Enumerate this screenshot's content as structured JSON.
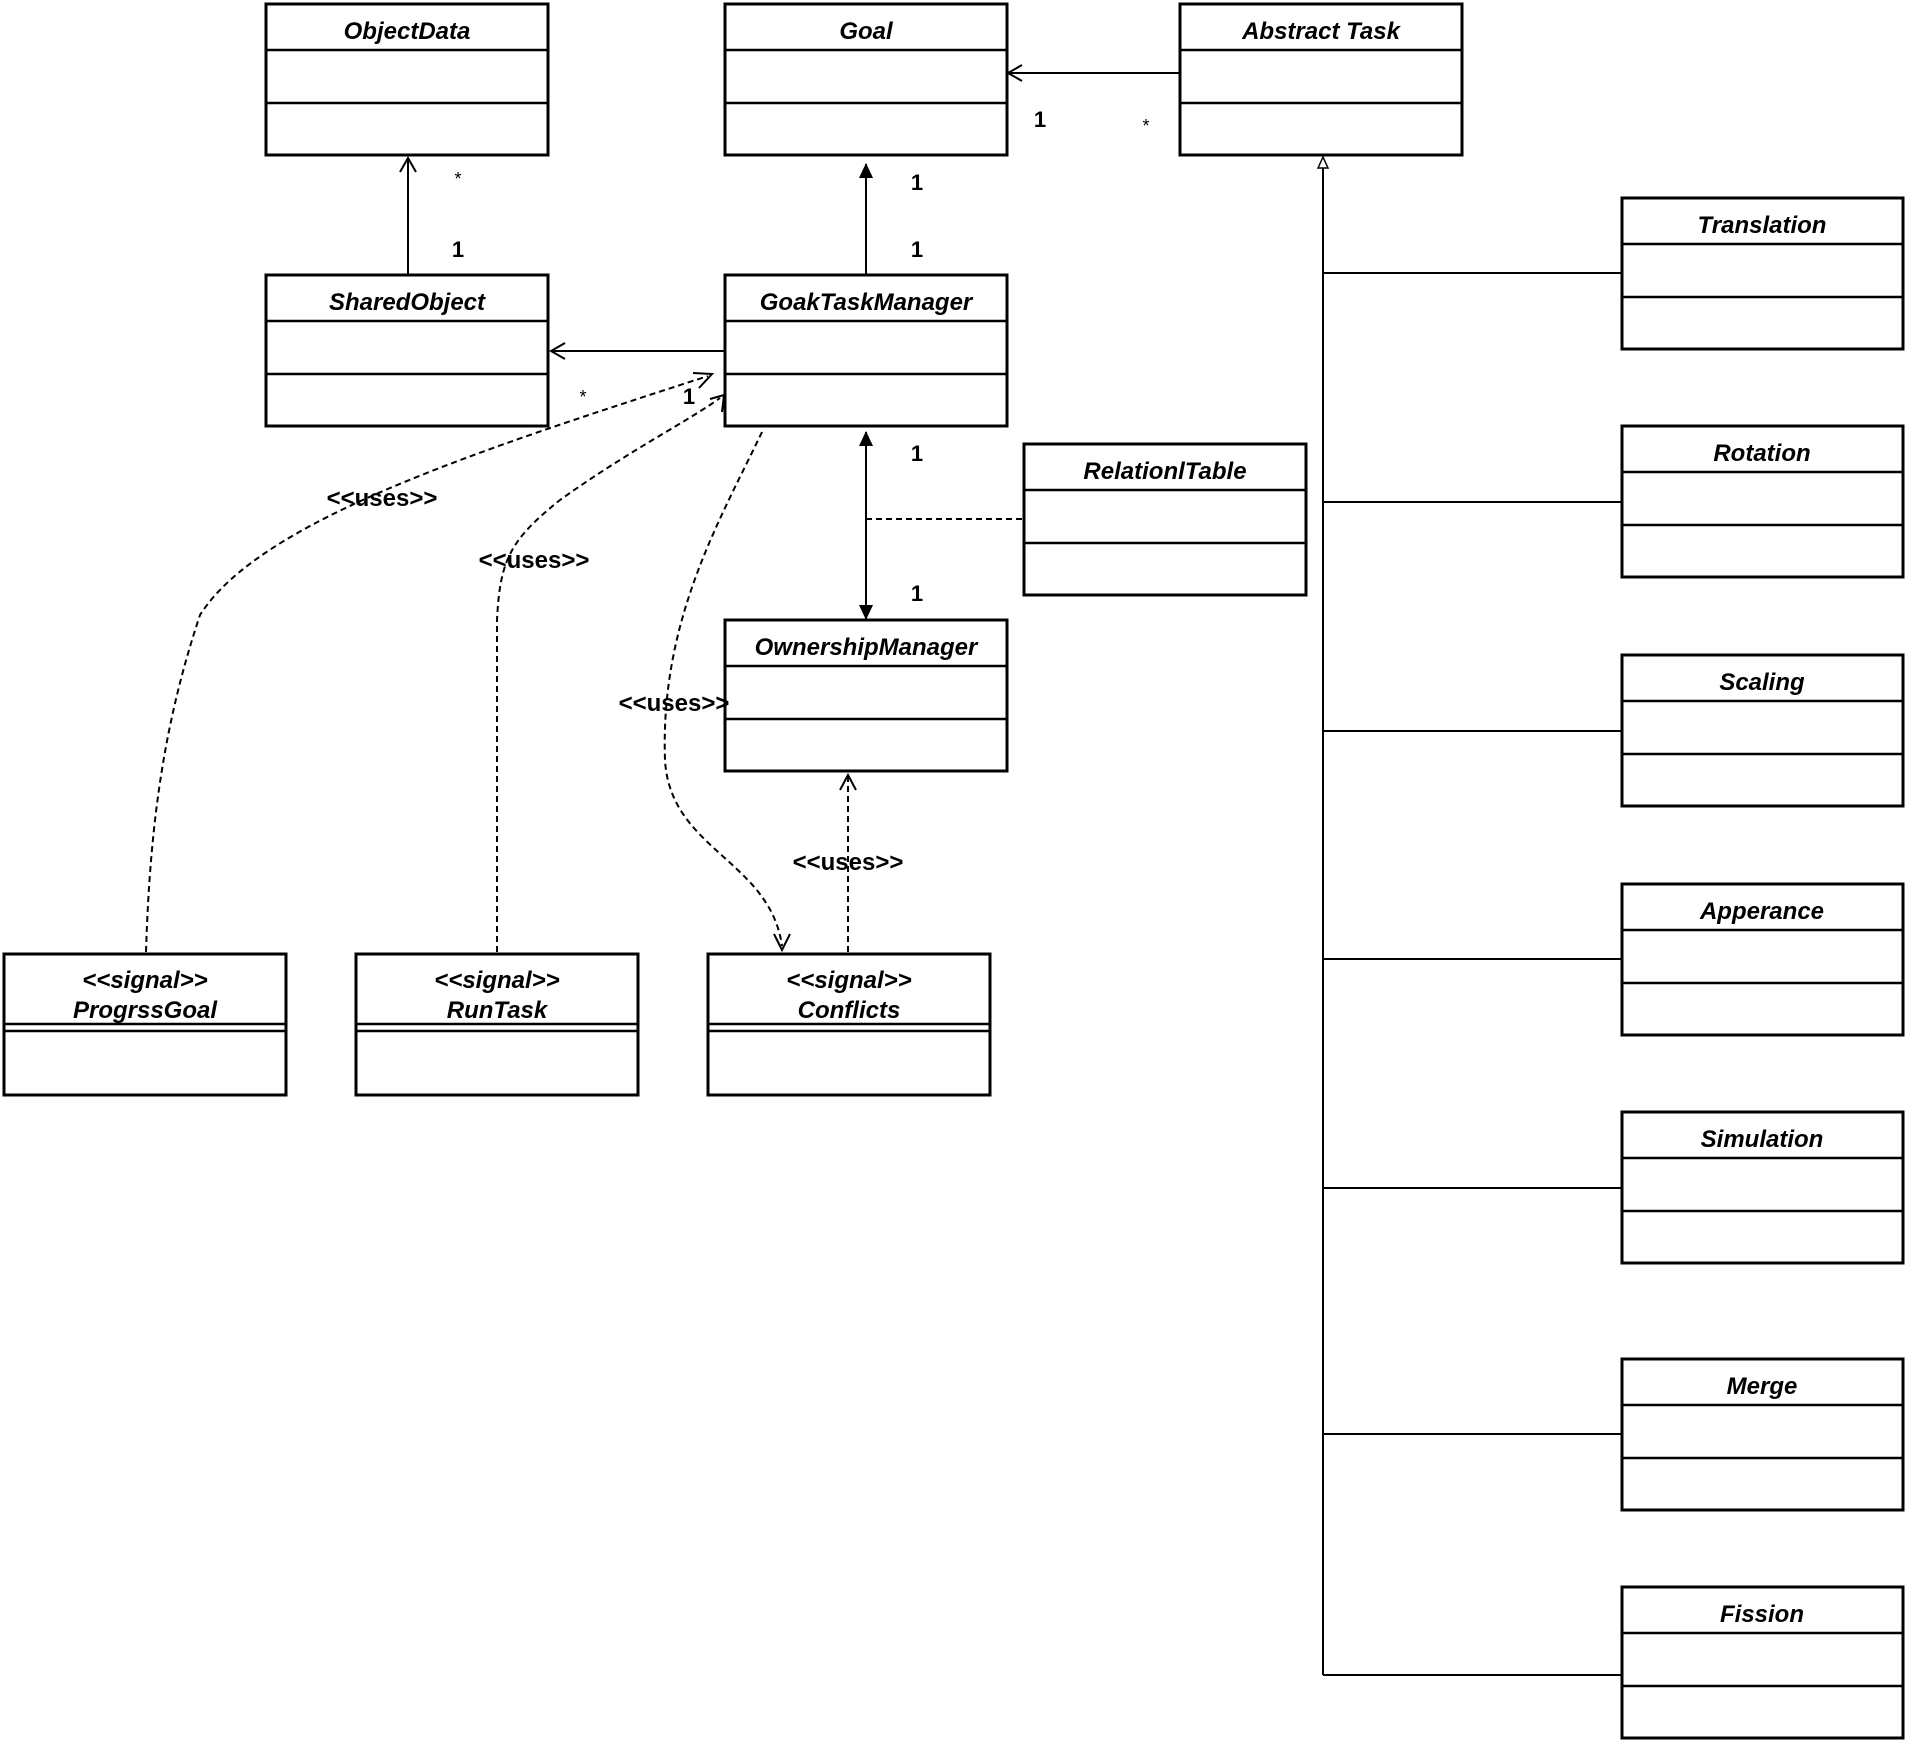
{
  "classes": {
    "object_data": "ObjectData",
    "goal": "Goal",
    "abstract_task": "Abstract Task",
    "shared_object": "SharedObject",
    "goal_task_manager": "GoakTaskManager",
    "relation_table": "RelationlTable",
    "ownership_manager": "OwnershipManager",
    "translation": "Translation",
    "rotation": "Rotation",
    "scaling": "Scaling",
    "appearance": "Apperance",
    "simulation": "Simulation",
    "merge": "Merge",
    "fission": "Fission"
  },
  "signals": {
    "stereotype": "<<signal>>",
    "progress_goal": "ProgrssGoal",
    "run_task": "RunTask",
    "conflicts": "Conflicts"
  },
  "dependency_label": "<<uses>>",
  "multiplicity": {
    "one": "1",
    "many": "*"
  }
}
